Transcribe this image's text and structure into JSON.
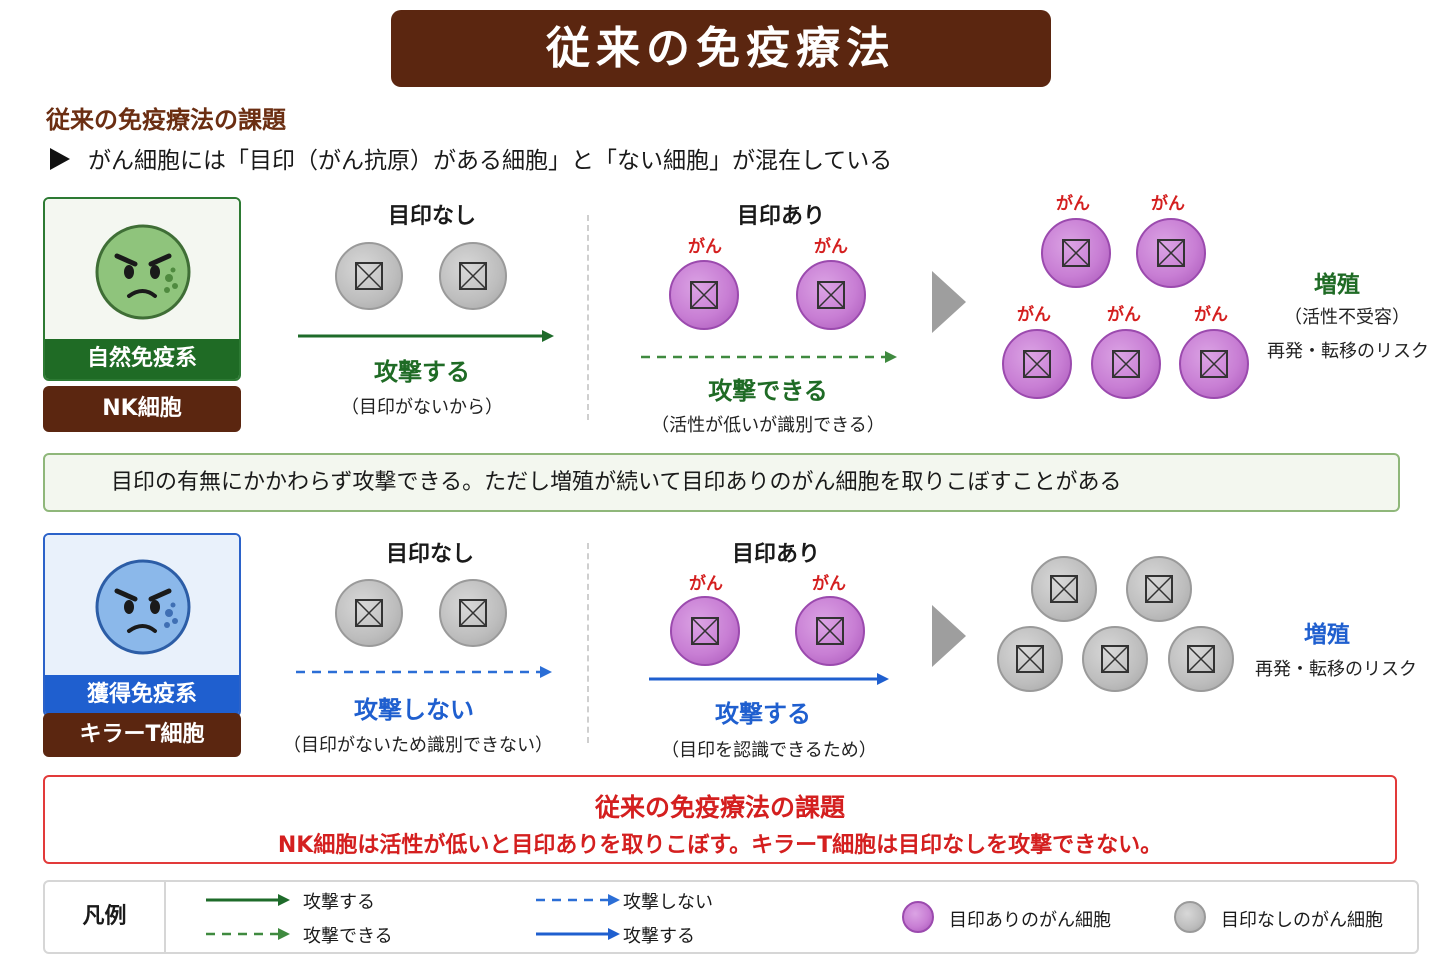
{
  "header": {
    "title": "従来の免疫療法"
  },
  "section": {
    "subtitle": "従来の免疫療法の課題"
  },
  "intro": {
    "text": "がん細胞には「目印（がん抗原）がある細胞」と「ない細胞」が混在している"
  },
  "nk": {
    "system_label": "自然免疫系",
    "cell_label": "NK細胞",
    "no_mark": {
      "heading": "目印なし",
      "action": "攻撃する",
      "note": "（目印がないから）"
    },
    "with_mark": {
      "heading": "目印あり",
      "action": "攻撃できる",
      "note": "（活性が低いが識別できる）"
    },
    "result": {
      "title": "増殖",
      "sub": "（活性不受容）",
      "risk": "再発・転移のリスク"
    }
  },
  "nk_summary": "目印の有無にかかわらず攻撃できる。ただし増殖が続いて目印ありのがん細胞を取りこぼすことがある",
  "tcell": {
    "system_label": "獲得免疫系",
    "cell_label": "キラーT細胞",
    "no_mark": {
      "heading": "目印なし",
      "action": "攻撃しない",
      "note": "（目印がないため識別できない）"
    },
    "with_mark": {
      "heading": "目印あり",
      "action": "攻撃する",
      "note": "（目印を認識できるため）"
    },
    "result": {
      "title": "増殖",
      "risk": "再発・転移のリスク"
    }
  },
  "gan_label": "がん",
  "problem": {
    "title": "従来の免疫療法の課題",
    "text": "NK細胞は活性が低いと目印ありを取りこぼす。キラーT細胞は目印なしを攻撃できない。"
  },
  "legend": {
    "title": "凡例",
    "items": [
      {
        "label": "攻撃する",
        "style": "solid",
        "color": "#1e6b2a"
      },
      {
        "label": "攻撃できる",
        "style": "dashed",
        "color": "#3f8a3f"
      },
      {
        "label": "攻撃しない",
        "style": "dashed",
        "color": "#2b6ed6"
      },
      {
        "label": "攻撃する",
        "style": "solid",
        "color": "#1f5fcf"
      }
    ],
    "marked_cell": "目印ありのがん細胞",
    "unmarked_cell": "目印なしのがん細胞"
  },
  "colors": {
    "brown": "#5b2610",
    "nk_green": "#1f6b25",
    "tcell_blue": "#1f5fcf",
    "cancer_purple": "#c87ed4",
    "cancer_gray": "#bdbdbd",
    "alert_red": "#d41f1f"
  }
}
